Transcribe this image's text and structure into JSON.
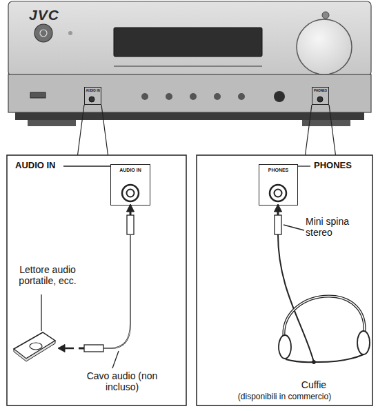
{
  "diagram": {
    "nodes": [
      {
        "text": [
          "AUDIO IN"
        ]
      },
      {
        "text": [
          "PHONES"
        ]
      },
      {
        "text": [
          "AUDIO IN",
          "Lettore audio portatile, ecc.",
          "Cavo audio (non incluso)"
        ]
      },
      {
        "text": [
          "AUDIO IN"
        ],
        "in": 2
      },
      {
        "text": [
          "PHONES",
          "Mini spina stereo",
          "Cuffie",
          "(disponibili in commercio)"
        ]
      },
      {
        "text": [
          "PHONES"
        ],
        "in": 4
      }
    ],
    "edges": [
      {
        "from": 0,
        "to": 2,
        "arrow": "none"
      },
      {
        "from": 1,
        "to": 4,
        "arrow": "none"
      }
    ],
    "labels": [
      "JVC"
    ]
  }
}
